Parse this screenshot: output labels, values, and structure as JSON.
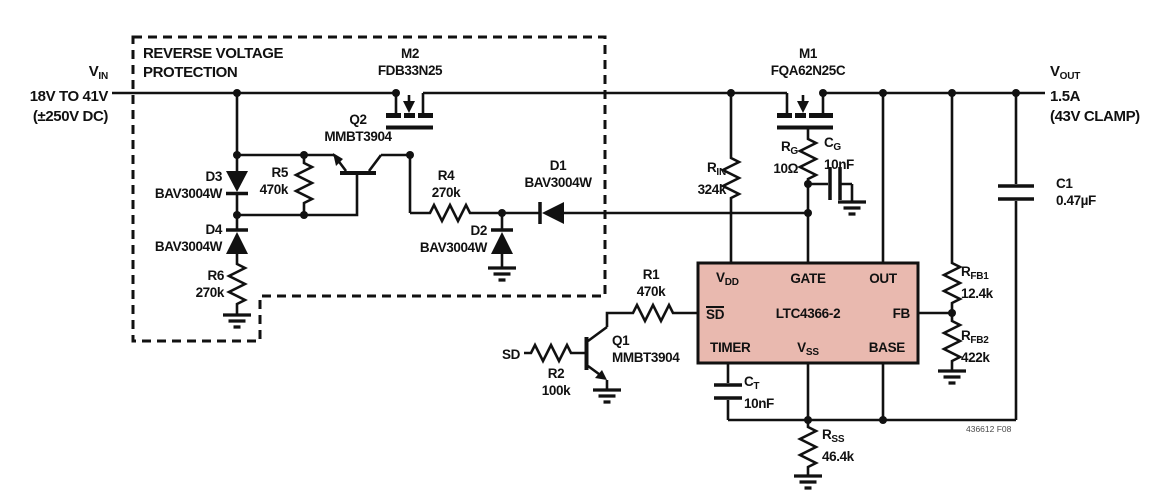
{
  "io": {
    "vin": {
      "sym": "V",
      "sub": "IN",
      "range": "18V TO 41V",
      "note": "(±250V DC)"
    },
    "vout": {
      "sym": "V",
      "sub": "OUT",
      "current": "1.5A",
      "note": "(43V CLAMP)"
    },
    "sd_input": "SD"
  },
  "protection_box": {
    "line1": "REVERSE VOLTAGE",
    "line2": "PROTECTION"
  },
  "chip": {
    "name": "LTC4366-2",
    "pins": {
      "vdd_sym": "V",
      "vdd_sub": "DD",
      "gate": "GATE",
      "out": "OUT",
      "sd": "SD",
      "fb": "FB",
      "timer": "TIMER",
      "vss_sym": "V",
      "vss_sub": "SS",
      "base": "BASE"
    }
  },
  "components": {
    "m2": {
      "ref": "M2",
      "part": "FDB33N25"
    },
    "m1": {
      "ref": "M1",
      "part": "FQA62N25C"
    },
    "q2": {
      "ref": "Q2",
      "part": "MMBT3904"
    },
    "q1": {
      "ref": "Q1",
      "part": "MMBT3904"
    },
    "d1": {
      "ref": "D1",
      "part": "BAV3004W"
    },
    "d2": {
      "ref": "D2",
      "part": "BAV3004W"
    },
    "d3": {
      "ref": "D3",
      "part": "BAV3004W"
    },
    "d4": {
      "ref": "D4",
      "part": "BAV3004W"
    },
    "r1": {
      "ref": "R1",
      "value": "470k"
    },
    "r2": {
      "ref": "R2",
      "value": "100k"
    },
    "r4": {
      "ref": "R4",
      "value": "270k"
    },
    "r5": {
      "ref": "R5",
      "value": "470k"
    },
    "r6": {
      "ref": "R6",
      "value": "270k"
    },
    "rin": {
      "ref": "R",
      "sub": "IN",
      "value": "324k"
    },
    "rg": {
      "ref": "R",
      "sub": "G",
      "value": "10Ω"
    },
    "cg": {
      "ref": "C",
      "sub": "G",
      "value": "10nF"
    },
    "ct": {
      "ref": "C",
      "sub": "T",
      "value": "10nF"
    },
    "rss": {
      "ref": "R",
      "sub": "SS",
      "value": "46.4k"
    },
    "rfb1": {
      "ref": "R",
      "sub": "FB1",
      "value": "12.4k"
    },
    "rfb2": {
      "ref": "R",
      "sub": "FB2",
      "value": "422k"
    },
    "c1": {
      "ref": "C1",
      "value": "0.47µF"
    }
  },
  "fig_id": "436612 F08",
  "colors": {
    "chip_fill": "#e9b9af",
    "wire": "#111111"
  }
}
